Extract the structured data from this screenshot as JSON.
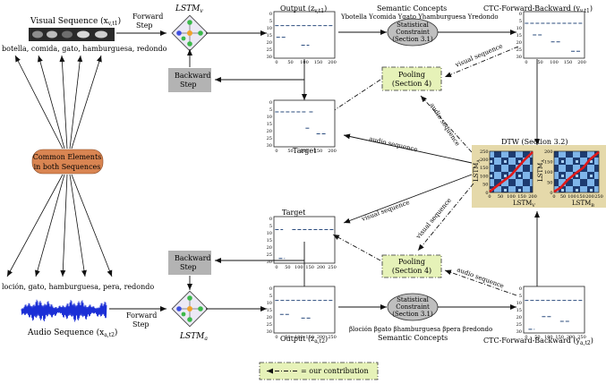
{
  "visual": {
    "sequence_label": "Visual Sequence (x",
    "sequence_sub": "v,t1",
    "words": "botella, comida, gato, hamburguesa, redondo",
    "forward_step": [
      "Forward",
      "Step"
    ],
    "lstm_label": "LSTM",
    "lstm_sub": "v",
    "backward_step": [
      "Backward",
      "Step"
    ],
    "output_label": "Output (z",
    "output_sub": "v,t1",
    "semantic_concepts_title": "Semantic Concepts",
    "semantic_concepts": "Ybotella Ycomida Ygato Yhamburguesa Yredondo",
    "statistical_constraint": [
      "Statistical",
      "Constraint",
      "(Section 3.1)"
    ],
    "ctc_label": "CTC-Forward-Backward (y",
    "ctc_sub": "v,t1",
    "target_label": "Target"
  },
  "audio": {
    "sequence_label": "Audio Sequence (x",
    "sequence_sub": "a,t2",
    "words": "loción, gato, hamburguesa, pera, redondo",
    "forward_step": [
      "Forward",
      "Step"
    ],
    "lstm_label": "LSTM",
    "lstm_sub": "a",
    "backward_step": [
      "Backward",
      "Step"
    ],
    "output_label": "Output (z",
    "output_sub": "a,t2",
    "semantic_concepts_title": "Semantic Concepts",
    "semantic_concepts": "βloción βgato βhamburguesa βpera βredondo",
    "statistical_constraint": [
      "Statistical",
      "Constraint",
      "(Section 3.1)"
    ],
    "ctc_label": "CTC-Forward-Backward (y",
    "ctc_sub": "a,t2",
    "target_label": "Target"
  },
  "common": [
    "Common Elements",
    "in both Sequences"
  ],
  "pooling": [
    "Pooling",
    "(Section 4)"
  ],
  "dtw": {
    "title": "DTW (Section 3.2)",
    "left_xlabel": "LSTM",
    "left_xsub": "V",
    "left_ylabel": "LSTM",
    "left_ysub": "A",
    "right_xlabel": "LSTM",
    "right_xsub": "B",
    "right_ylabel": "LSTM",
    "right_ysub": "A",
    "left_xticks": [
      "0",
      "50",
      "100",
      "150",
      "200"
    ],
    "left_yticks": [
      "0",
      "50",
      "100",
      "150",
      "200",
      "250"
    ],
    "right_xticks": [
      "0",
      "50",
      "100",
      "150",
      "200",
      "250"
    ],
    "right_yticks": [
      "0",
      "50",
      "100",
      "150",
      "200"
    ]
  },
  "edge_labels": {
    "visual_seq_1": "visual sequence",
    "audio_seq_1": "audio sequence",
    "audio_seq_2": "audio sequence",
    "visual_seq_2": "visual sequence",
    "visual_seq_3": "visual sequence",
    "audio_seq_3": "audio sequence"
  },
  "legend": "= our contribution",
  "mini_plot": {
    "yticks": [
      "0",
      "5",
      "10",
      "15",
      "20",
      "25",
      "30"
    ],
    "xticks_v": [
      "0",
      "50",
      "100",
      "150",
      "200"
    ],
    "xticks_a": [
      "0",
      "50",
      "100",
      "150",
      "200",
      "250"
    ]
  },
  "colors": {
    "pooling_fill": "#e6f2b8",
    "common_fill": "#d98552",
    "dtw_fill": "#e5d9aa",
    "gray_box": "#b3b3b3",
    "ellipse_fill": "#bfbfbf",
    "plot_line": "#2b4c7e",
    "audio_wave": "#1b2fd6",
    "dtw_path": "#e01919",
    "dtw_bg_dark": "#1d3b70",
    "dtw_bg_light": "#7fb5ea"
  }
}
